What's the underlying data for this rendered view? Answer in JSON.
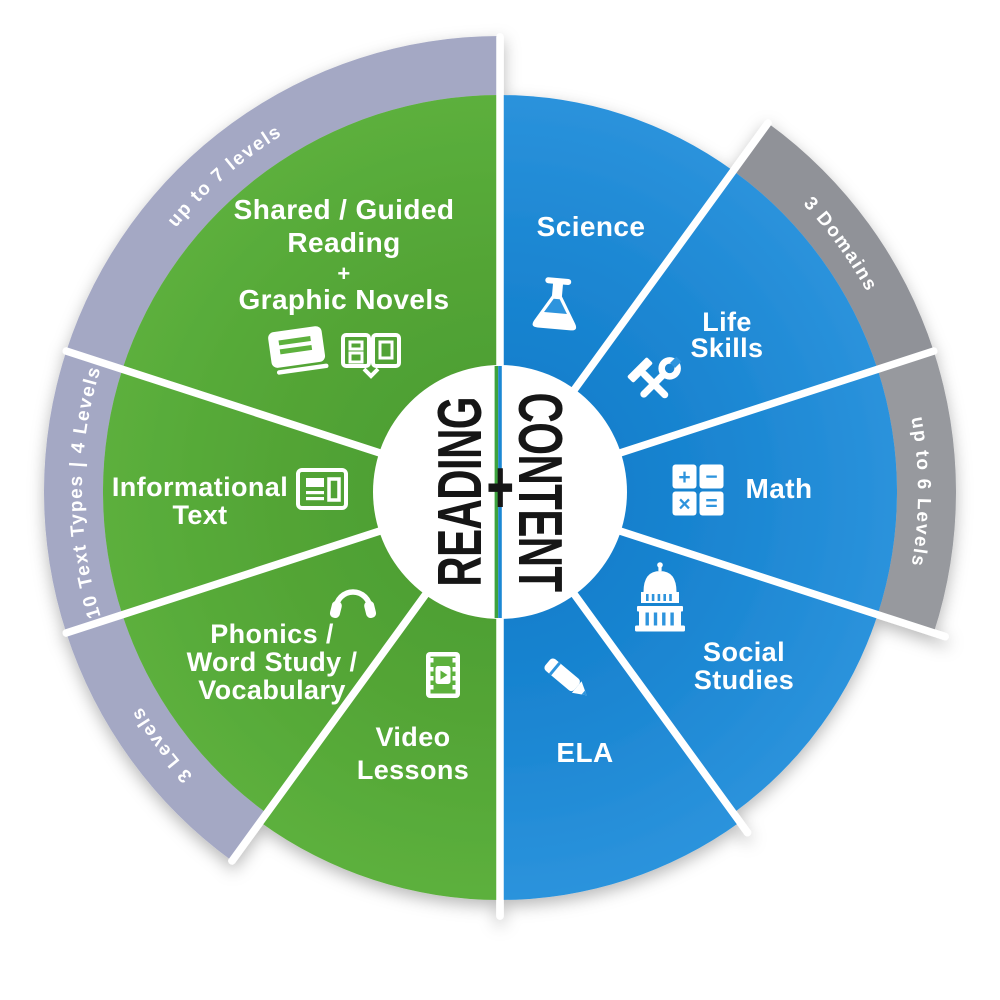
{
  "center": {
    "left_word": "READING",
    "plus_sign": "+",
    "right_word": "CONTENT"
  },
  "reading_half": {
    "sectors": [
      {
        "name": "shared-guided-reading",
        "label_lines": [
          "Shared / Guided",
          "Reading",
          "+",
          "Graphic Novels"
        ],
        "icons": [
          "closed-book",
          "open-graphic-novel"
        ]
      },
      {
        "name": "informational-text",
        "label_lines": [
          "Informational",
          "Text"
        ],
        "icons": [
          "newspaper"
        ]
      },
      {
        "name": "phonics-word-study-vocabulary",
        "label_lines": [
          "Phonics /",
          "Word Study /",
          "Vocabulary"
        ],
        "icons": [
          "headphones"
        ]
      },
      {
        "name": "video-lessons",
        "label_lines": [
          "Video",
          "Lessons"
        ],
        "icons": [
          "film-strip"
        ]
      }
    ],
    "outer_arcs": [
      "up to 7 levels",
      "10 Text Types | 4 Levels",
      "3 Levels"
    ]
  },
  "content_half": {
    "sectors": [
      {
        "name": "science",
        "label_lines": [
          "Science"
        ],
        "icons": [
          "flask"
        ]
      },
      {
        "name": "life-skills",
        "label_lines": [
          "Life",
          "Skills"
        ],
        "icons": [
          "hammer-wrench"
        ]
      },
      {
        "name": "math",
        "label_lines": [
          "Math"
        ],
        "icons": [
          "math-operations-grid"
        ]
      },
      {
        "name": "social-studies",
        "label_lines": [
          "Social",
          "Studies"
        ],
        "icons": [
          "capitol-building"
        ]
      },
      {
        "name": "ela",
        "label_lines": [
          "ELA"
        ],
        "icons": [
          "pencil"
        ]
      }
    ],
    "outer_arcs": [
      "3 Domains",
      "up to 6 Levels"
    ]
  },
  "math_icon_symbols": [
    "+",
    "−",
    "×",
    "="
  ],
  "colors": {
    "reading_green": "#54a637",
    "content_blue": "#1b86d2",
    "reading_arc_gray": "#a4a8c4",
    "content_arc_gray_dark": "#909298",
    "content_arc_gray_light": "#97999e",
    "center_text": "#141414",
    "white": "#ffffff"
  }
}
